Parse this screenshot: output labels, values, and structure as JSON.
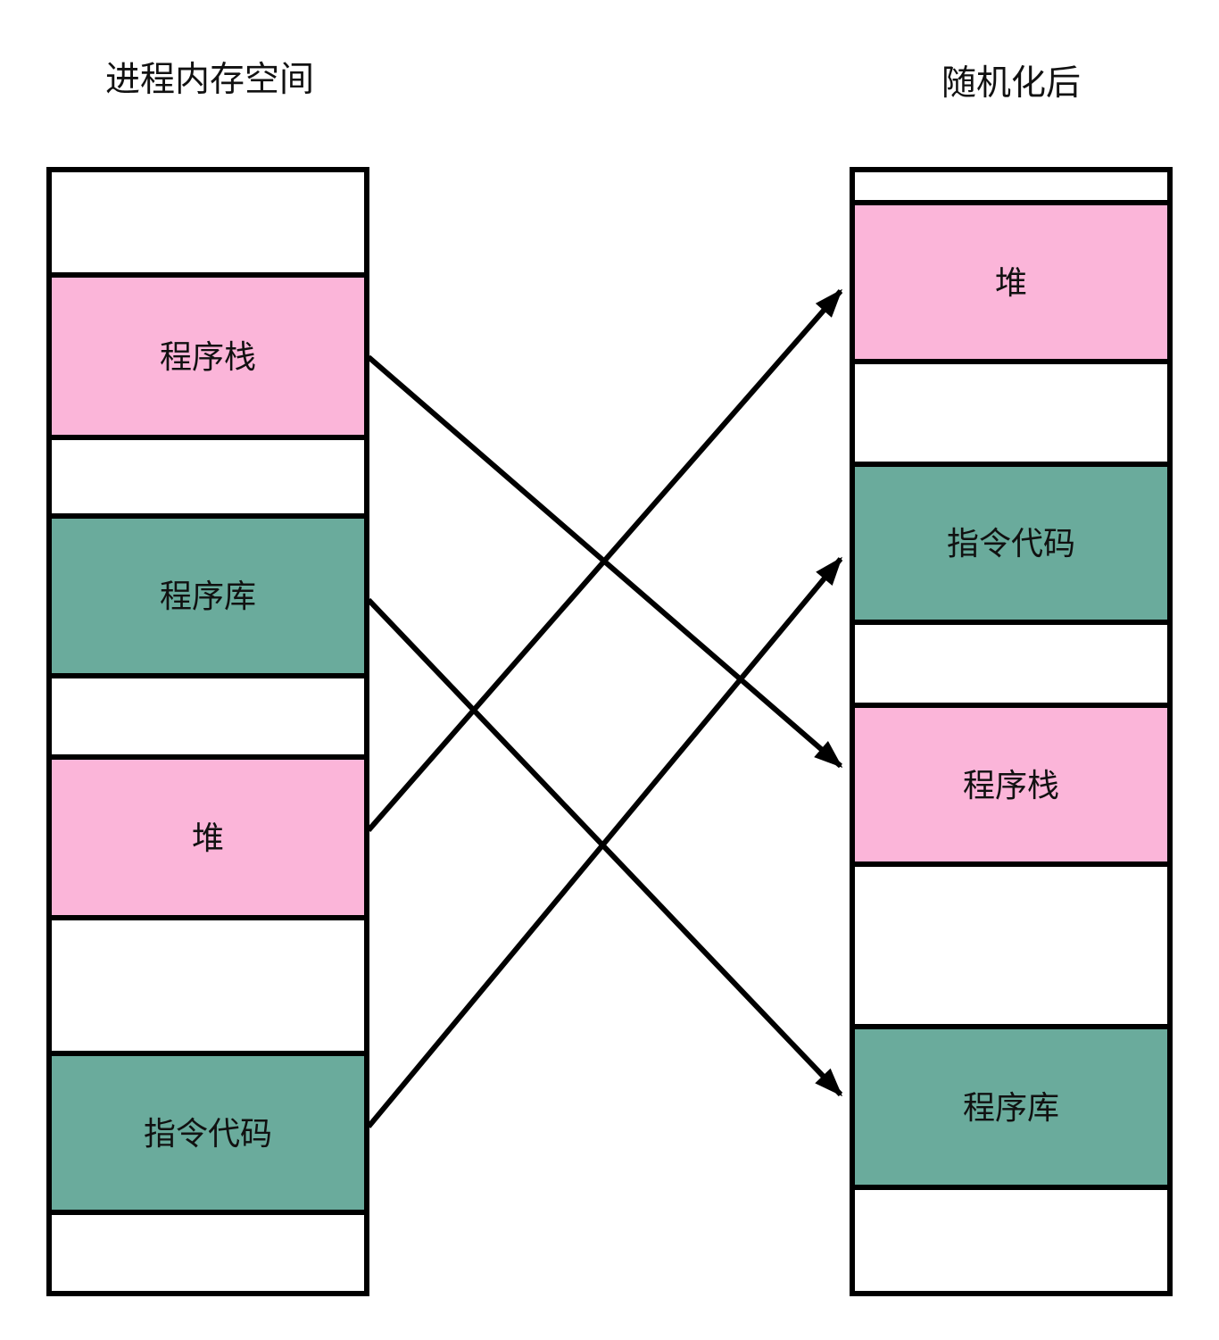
{
  "left_column": {
    "title": "进程内存空间",
    "segments": [
      {
        "label": "",
        "color": "white"
      },
      {
        "label": "程序栈",
        "color": "pink"
      },
      {
        "label": "",
        "color": "white"
      },
      {
        "label": "程序库",
        "color": "green"
      },
      {
        "label": "",
        "color": "white"
      },
      {
        "label": "堆",
        "color": "pink"
      },
      {
        "label": "",
        "color": "white"
      },
      {
        "label": "指令代码",
        "color": "green"
      },
      {
        "label": "",
        "color": "white"
      }
    ]
  },
  "right_column": {
    "title": "随机化后",
    "segments": [
      {
        "label": "",
        "color": "white"
      },
      {
        "label": "堆",
        "color": "pink"
      },
      {
        "label": "",
        "color": "white"
      },
      {
        "label": "指令代码",
        "color": "green"
      },
      {
        "label": "",
        "color": "white"
      },
      {
        "label": "程序栈",
        "color": "pink"
      },
      {
        "label": "",
        "color": "white"
      },
      {
        "label": "程序库",
        "color": "green"
      },
      {
        "label": "",
        "color": "white"
      }
    ]
  },
  "arrows": [
    {
      "from": "程序栈",
      "to": "程序栈"
    },
    {
      "from": "程序库",
      "to": "程序库"
    },
    {
      "from": "堆",
      "to": "堆"
    },
    {
      "from": "指令代码",
      "to": "指令代码"
    }
  ],
  "colors": {
    "pink": "#FBB5D9",
    "green": "#6AAB9C",
    "white": "#FFFFFF",
    "border": "#000000",
    "arrow": "#000000",
    "background": "#FFFFFF"
  }
}
